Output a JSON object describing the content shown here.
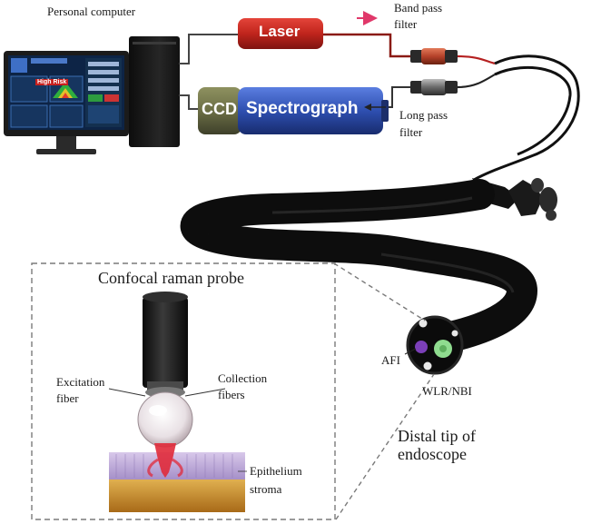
{
  "labels": {
    "personal_computer": "Personal computer",
    "laser": "Laser",
    "ccd": "CCD",
    "spectrograph": "Spectrograph",
    "band_pass_filter_1": "Band pass",
    "band_pass_filter_2": "filter",
    "long_pass_filter_1": "Long pass",
    "long_pass_filter_2": "filter",
    "confocal_raman_probe": "Confocal raman probe",
    "excitation_fiber_1": "Excitation",
    "excitation_fiber_2": "fiber",
    "collection_fibers_1": "Collection",
    "collection_fibers_2": "fibers",
    "epithelium": "Epithelium",
    "stroma": "stroma",
    "afi": "AFI",
    "wlr_nbi": "WLR/NBI",
    "distal_tip_1": "Distal tip of",
    "distal_tip_2": "endoscope",
    "screen_badge": "High Risk"
  },
  "colors": {
    "laser": "#c0251c",
    "ccd": "#6b6e45",
    "spectrograph": "#2e4fb0",
    "band_pass_filter": "#b6422a",
    "long_pass_filter": "#6a6a6a",
    "red_arrow": "#e0386a",
    "endoscope": "#111111",
    "dashed_box": "#7a7a7a",
    "epithelium": "#b9a3d6",
    "stroma": "#c88d2a",
    "laser_beam": "#e02a3a",
    "afi_channel": "#7b3fb8",
    "wlr_channel": "#8fdc8f"
  }
}
